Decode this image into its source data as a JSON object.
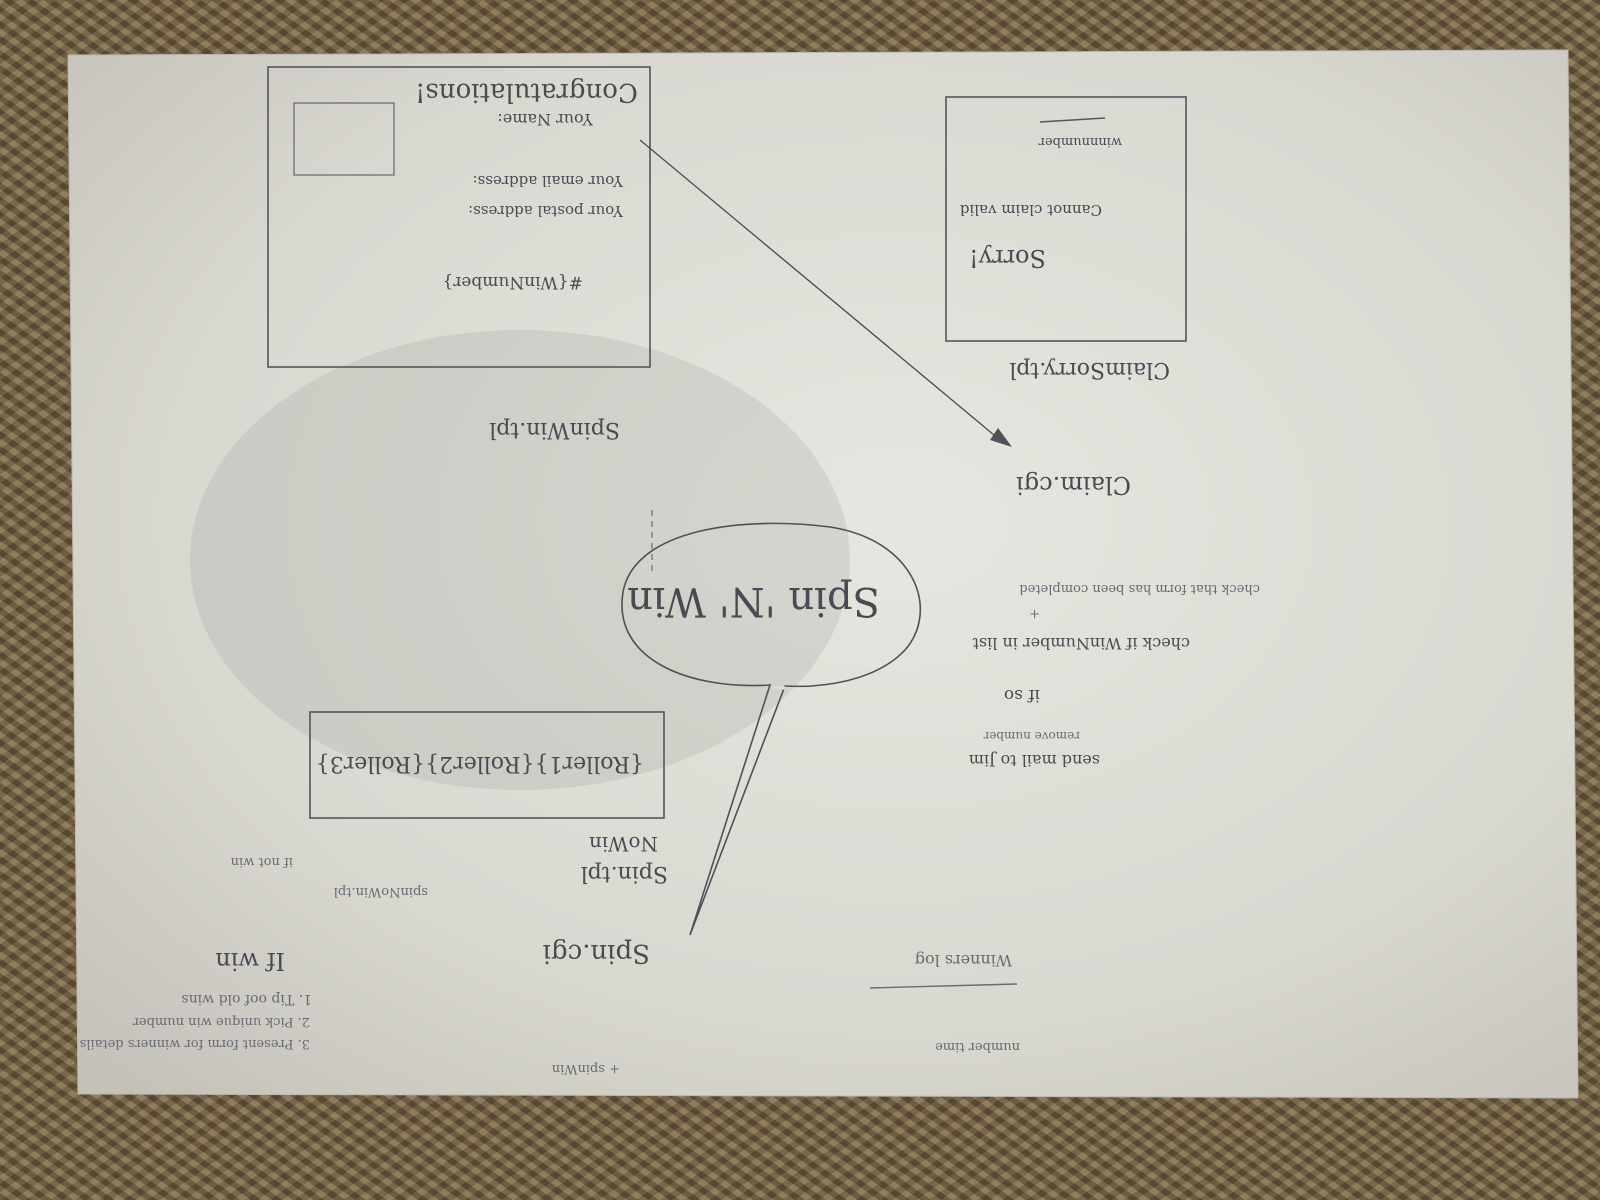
{
  "sketch": {
    "title": "Spin 'N' Win",
    "spin_card": {
      "rollers": "{Roller1}{Roller2}{Roller3}",
      "template": "Spin.tpl",
      "template_nowin": "NoWin",
      "code_file": "Spin.cgi"
    },
    "nowin_note": {
      "condition": "if not win",
      "template": "spinNoWin.tpl"
    },
    "win_steps": {
      "heading": "If win",
      "steps": [
        "1. Tip oof old wins",
        "2. Pick unique win number",
        "3. Present form for winners details",
        "+ spinWin"
      ]
    },
    "win_card": {
      "template": "SpinWin.tpl",
      "lines": [
        "Congratulations!",
        "Your Name:",
        "Your email address:",
        "Your postal address:",
        "#{WinNumber}"
      ]
    },
    "sorry_card": {
      "template": "ClaimSorry.tpl",
      "lines": [
        "Sorry!",
        "Cannot claim valid",
        "winnnumber"
      ]
    },
    "claim": {
      "file": "Claim.cgi",
      "checks": [
        "check that form has been completed",
        "+",
        "check if WinNumber in list",
        "if so",
        "remove number",
        "send mail to Jim"
      ]
    },
    "log": {
      "title": "Winners log",
      "columns": "number  time"
    }
  }
}
